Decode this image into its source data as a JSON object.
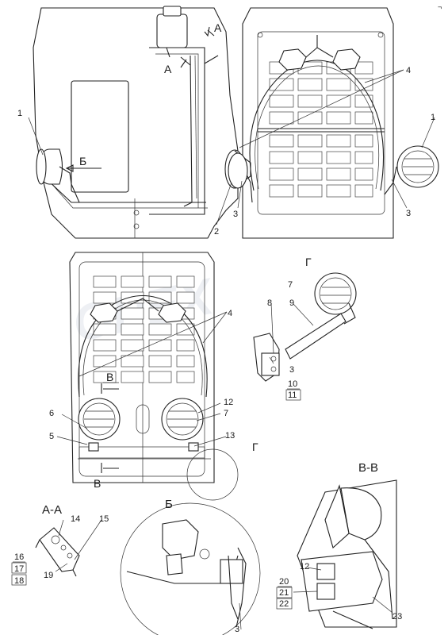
{
  "callouts": [
    "1",
    "2",
    "3",
    "4",
    "5",
    "6",
    "7",
    "8",
    "9",
    "10",
    "11",
    "12",
    "13",
    "14",
    "15",
    "16",
    "17",
    "18",
    "19",
    "20",
    "21",
    "22",
    "23"
  ],
  "section_letters": {
    "a": "А",
    "b": "Б",
    "v": "В",
    "g": "Г"
  },
  "section_titles": {
    "aa": "А-А",
    "b": "Б",
    "vv": "В-В",
    "g": "Г"
  },
  "watermark": "OPEX",
  "corner_mark": "¬"
}
